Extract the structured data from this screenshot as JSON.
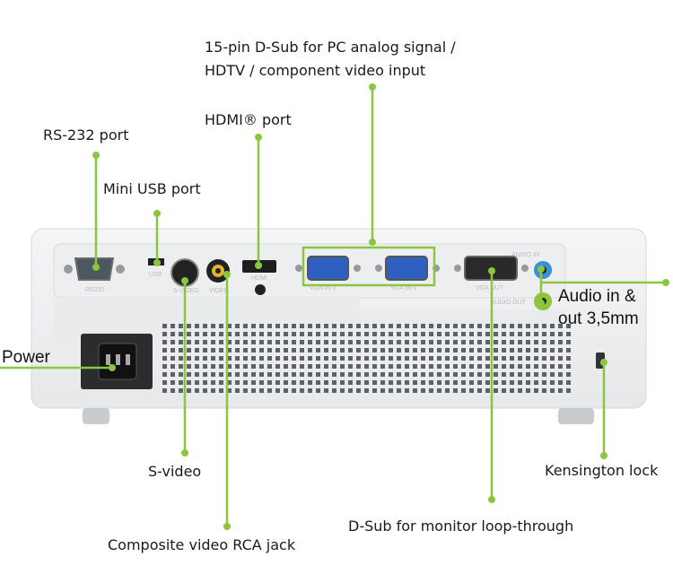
{
  "callouts": {
    "dsub_pc": [
      "15-pin D-Sub for PC analog signal /",
      "HDTV / component video input"
    ],
    "hdmi": "HDMI® port",
    "rs232": "RS-232 port",
    "mini_usb": "Mini USB port",
    "power": "Power",
    "audio": [
      "Audio in &",
      "out 3,5mm"
    ],
    "kensington": "Kensington lock",
    "svideo": "S-video",
    "dsub_loop": "D-Sub for monitor loop-through",
    "composite": "Composite video RCA jack"
  },
  "panel_labels": {
    "rs232": "RS232",
    "usb": "USB",
    "svideo": "S-VIDEO",
    "video": "VIDEO",
    "hdmi": "HDMI",
    "vga2": "VGA IN-2",
    "vga1": "VGA IN-1",
    "vgaout": "VGA OUT",
    "audio_in": "AUDIO IN",
    "audio_out": "AUDIO OUT"
  },
  "colors": {
    "accent": "#8cc63f"
  }
}
